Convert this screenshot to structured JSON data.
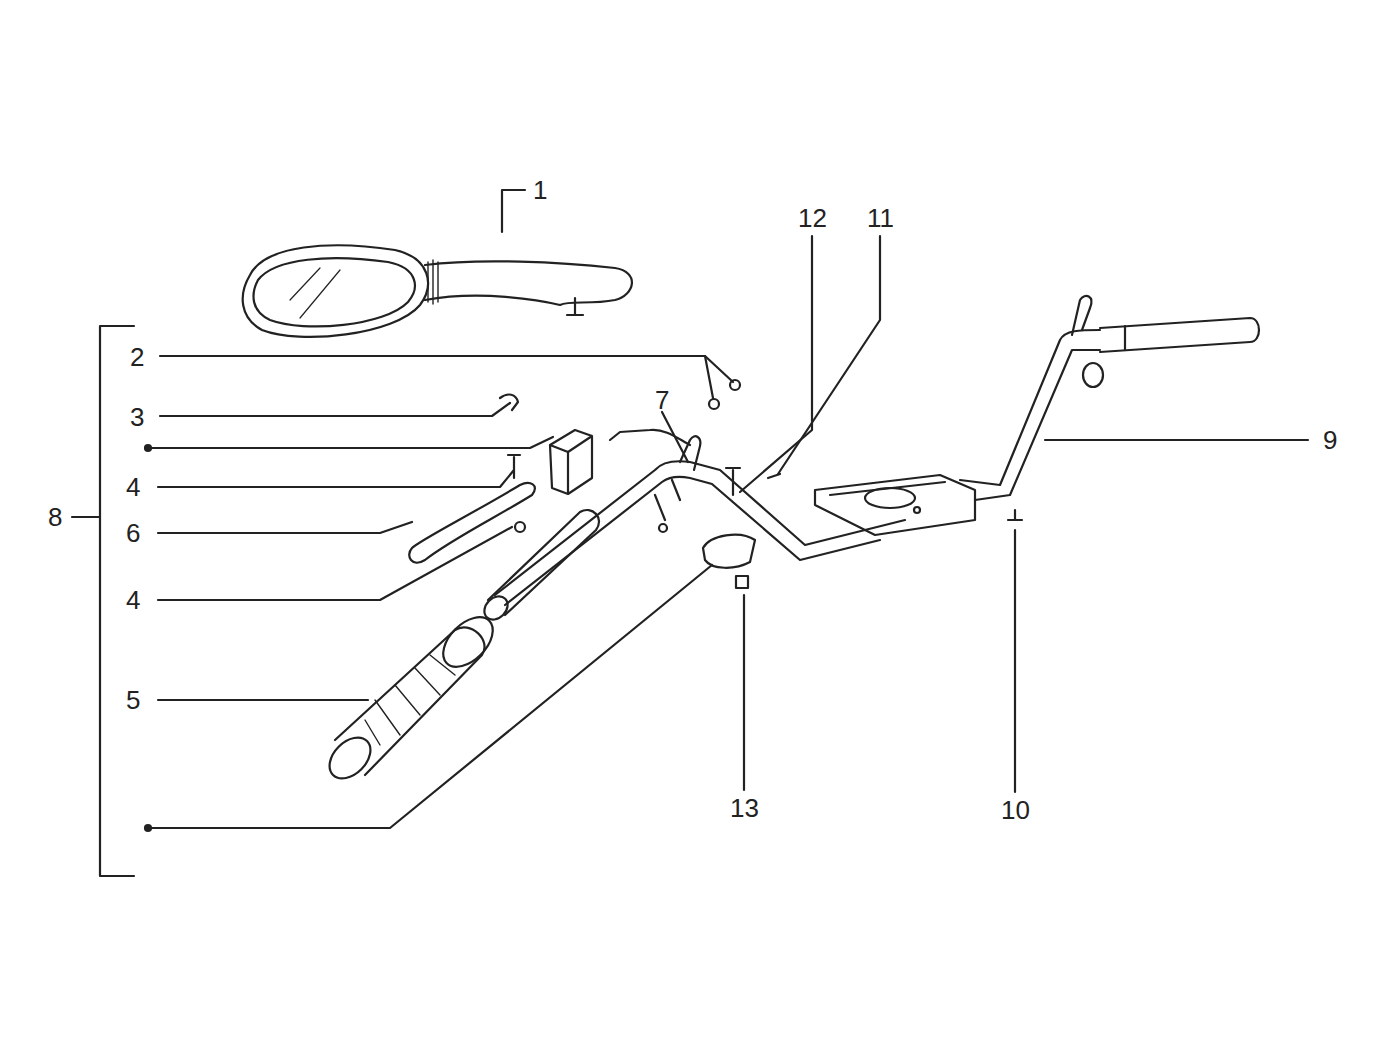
{
  "diagram": {
    "labels": [
      "1",
      "12",
      "11",
      "2",
      "3",
      "7",
      "9",
      "4",
      "8",
      "6",
      "4",
      "5",
      "13",
      "10"
    ]
  }
}
